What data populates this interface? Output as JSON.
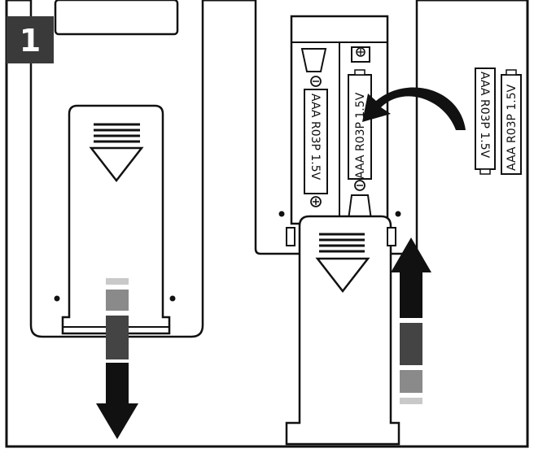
{
  "step": {
    "number": "1"
  },
  "batteries": {
    "installed_label": "AAA R03P 1.5V",
    "loose_labels": [
      "AAA R03P 1.5V",
      "AAA R03P 1.5V"
    ]
  },
  "colors": {
    "stroke": "#111111",
    "badge": "#3a3a3a",
    "arrow_dark": "#111111",
    "arrow_mid": "#444444",
    "arrow_light": "#8a8a8a",
    "arrow_pale": "#c9c9c9"
  }
}
